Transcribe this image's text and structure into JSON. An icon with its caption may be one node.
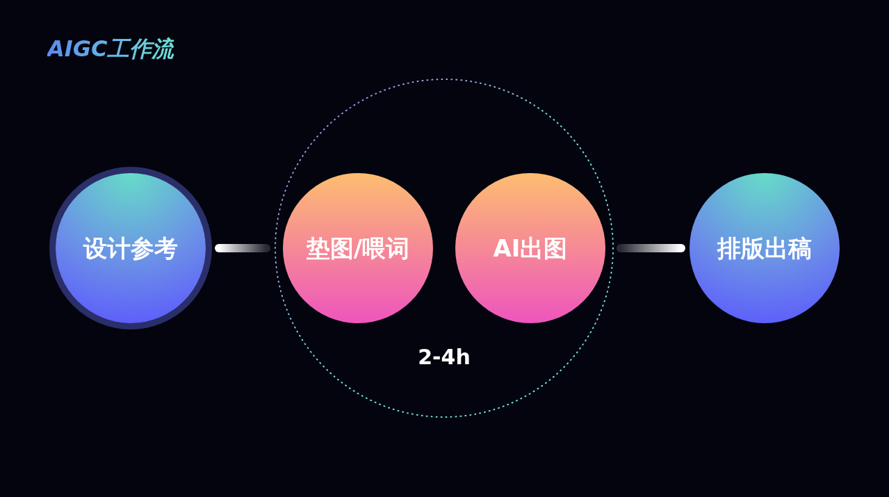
{
  "diagram": {
    "title": "AIGC工作流",
    "nodes": [
      {
        "text": [
          "设计参考"
        ]
      },
      {
        "text": [
          "2-4h"
        ]
      },
      {
        "text": [
          "垫图/喂词"
        ],
        "in": 1
      },
      {
        "text": [
          "AI出图"
        ],
        "in": 1
      },
      {
        "text": [
          "排版出稿"
        ]
      }
    ],
    "edges": [
      {
        "from": 0,
        "to": 1,
        "arrow": "none"
      },
      {
        "from": 1,
        "to": 4,
        "arrow": "none"
      }
    ]
  }
}
